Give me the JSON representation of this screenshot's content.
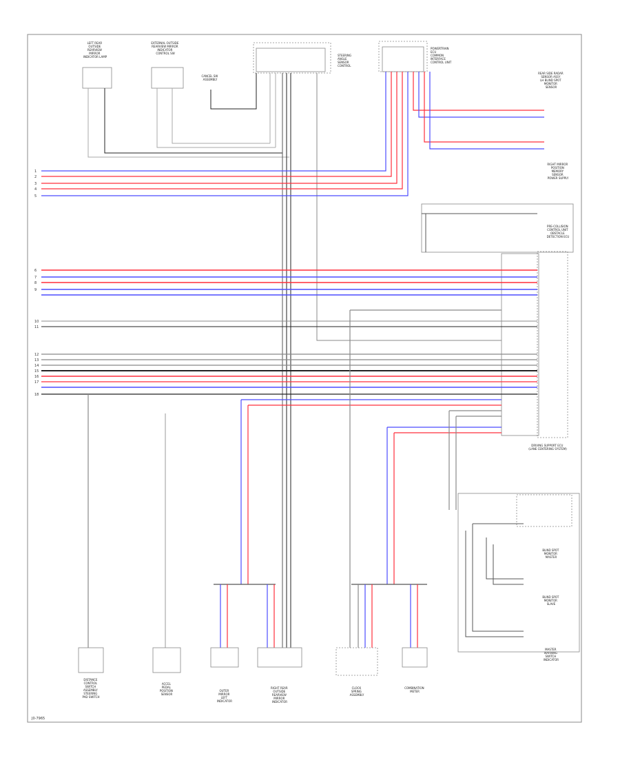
{
  "diagram": {
    "colors": {
      "red": "#ff2d3a",
      "blue": "#4b4bff",
      "black": "#222222",
      "gray": "#9a9a9a",
      "frame": "#8a8a8a"
    },
    "fig_ref": "J0-7965",
    "components": {
      "left_mirror_top": [
        "LEFT REAR",
        "OUTSIDE",
        "REARVIEW",
        "MIRROR",
        "INDICATOR LAMP"
      ],
      "ext_mirror_top": [
        "EXTERNAL OUTSIDE",
        "REARVIEW MIRROR",
        "INDICATOR",
        "CONTROL SW"
      ],
      "cancel_sw": [
        "CANCEL SW",
        "ASSEMBLY"
      ],
      "steering_ecu": [
        "STEERING",
        "ANGLE",
        "SENSOR",
        "CONTROL"
      ],
      "powertrain": [
        "POWERTRAIN",
        "ECU",
        "COMMON",
        "INTERFACE",
        "CONTROL UNIT"
      ],
      "rear_detect": [
        "REAR SIDE RADAR",
        "SENSOR ASSY",
        "LH BLIND SPOT",
        "MONITOR",
        "SENSOR"
      ],
      "right_mirror_side": [
        "RIGHT MIRROR",
        "POSITION",
        "MEMORY",
        "SENSOR",
        "POWER SUPPLY"
      ],
      "pre_collision": [
        "PRE-COLLISION",
        "CONTROL UNIT",
        "OBSTACLE",
        "DETECTION ECU"
      ],
      "driving_ctrl": [
        "DRIVING SUPPORT ECU",
        "(LANE CENTERING SYSTEM)"
      ],
      "bsm_master": [
        "BLIND SPOT",
        "MONITOR",
        "MASTER"
      ],
      "bsm_slave": [
        "BLIND SPOT",
        "MONITOR",
        "SLAVE"
      ],
      "master_warn": [
        "MASTER",
        "WARNING",
        "SWITCH",
        "INDICATOR"
      ],
      "bottom_1": [
        "DISTANCE",
        "CONTROL",
        "SWITCH",
        "ASSEMBLY",
        "STEERING",
        "PAD SWITCH"
      ],
      "bottom_2": [
        "ACCEL",
        "PEDAL",
        "POSITION",
        "SENSOR"
      ],
      "bottom_3": [
        "OUTER",
        "MIRROR",
        "LEFT",
        "INDICATOR"
      ],
      "bottom_4": [
        "RIGHT REAR",
        "OUTSIDE",
        "REARVIEW",
        "MIRROR",
        "INDICATOR"
      ],
      "bottom_5": [
        "CLOCK",
        "SPRING",
        "ASSEMBLY"
      ],
      "bottom_6": [
        "COMBINATION",
        "METER"
      ]
    },
    "lane_labels": {
      "group_a": [
        "1",
        "2",
        "3",
        "4",
        "5"
      ],
      "group_b": [
        "6",
        "7",
        "8",
        "9"
      ],
      "group_c": [
        "10",
        "11"
      ],
      "group_d": [
        "12",
        "13",
        "14",
        "15",
        "16",
        "17",
        "18"
      ]
    }
  }
}
